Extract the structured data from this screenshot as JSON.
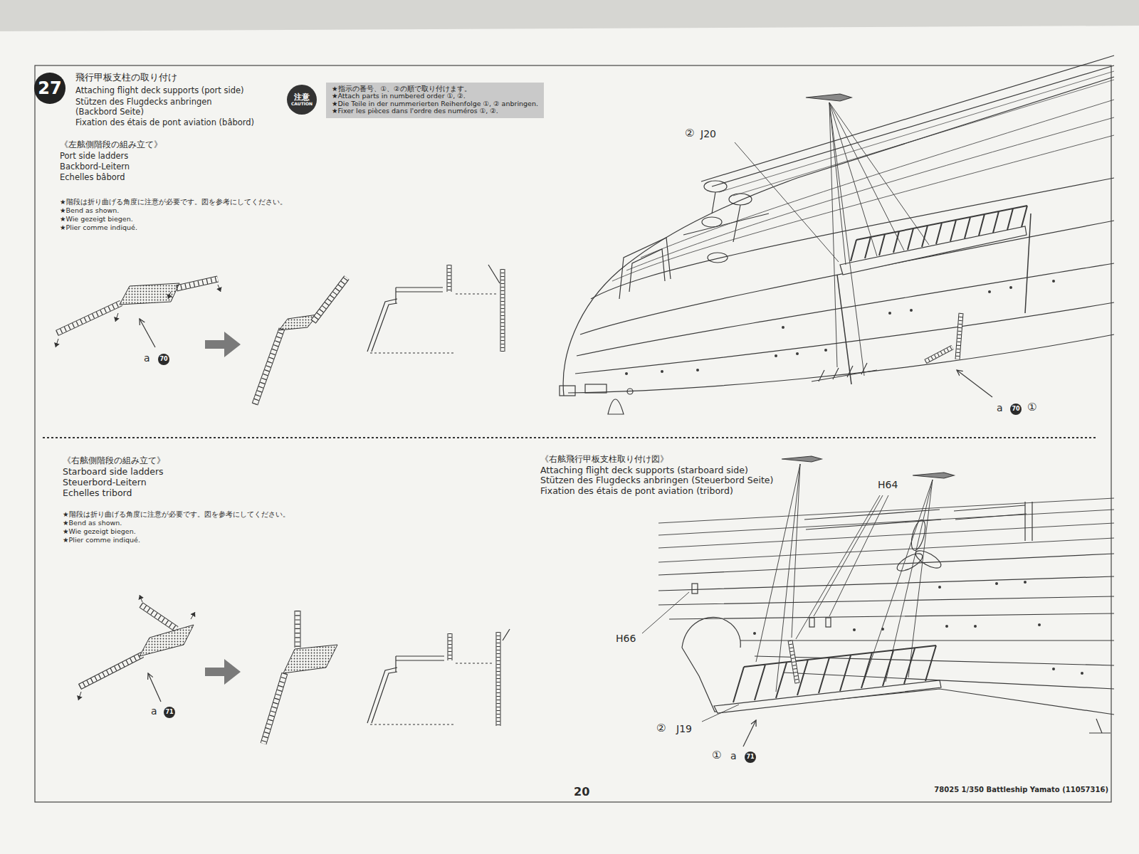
{
  "diagram": {
    "nodes": [
      {
        "text": [
          "27"
        ]
      },
      {
        "text": [
          "注意",
          "CAUTION"
        ]
      },
      {
        "text": [
          "★指示の番号、①、②の順で取り付けます。",
          "★Attach parts in numbered order ①, ②.",
          "★Die Teile in der nummerierten Reihenfolge ①, ② anbringen.",
          "★Fixer les pièces dans l'ordre des numéros ①, ②."
        ]
      }
    ],
    "labels": [
      "飛行甲板支柱の取り付け",
      "Attaching flight deck supports (port side)",
      "Stützen des Flugdecks anbringen",
      "(Backbord Seite)",
      "Fixation des étais de pont aviation (bâbord)",
      "《左舷側階段の組み立て》",
      "Port side ladders",
      "Backbord-Leitern",
      "Echelles bâbord",
      "★階段は折り曲げる角度に注意が必要です。図を参考にしてください。",
      "★Bend as shown.",
      "★Wie gezeigt biegen.",
      "★Plier comme indiqué.",
      "a",
      "70",
      "②",
      "J20",
      "a",
      "70",
      "①",
      "《右舷側階段の組み立て》",
      "Starboard side ladders",
      "Steuerbord-Leitern",
      "Echelles tribord",
      "★階段は折り曲げる角度に注意が必要です。図を参考にしてください。",
      "★Bend as shown.",
      "★Wie gezeigt biegen.",
      "★Plier comme indiqué.",
      "a",
      "71",
      "《右舷飛行甲板支柱取り付け図》",
      "Attaching flight deck supports (starboard side)",
      "Stützen des Flugdecks anbringen (Steuerbord Seite)",
      "Fixation des étais de pont aviation (tribord)",
      "H64",
      "H66",
      "②",
      "J19",
      "①",
      "a",
      "71",
      "20",
      "78025 1/350 Battleship Yamato (11057316)"
    ]
  }
}
